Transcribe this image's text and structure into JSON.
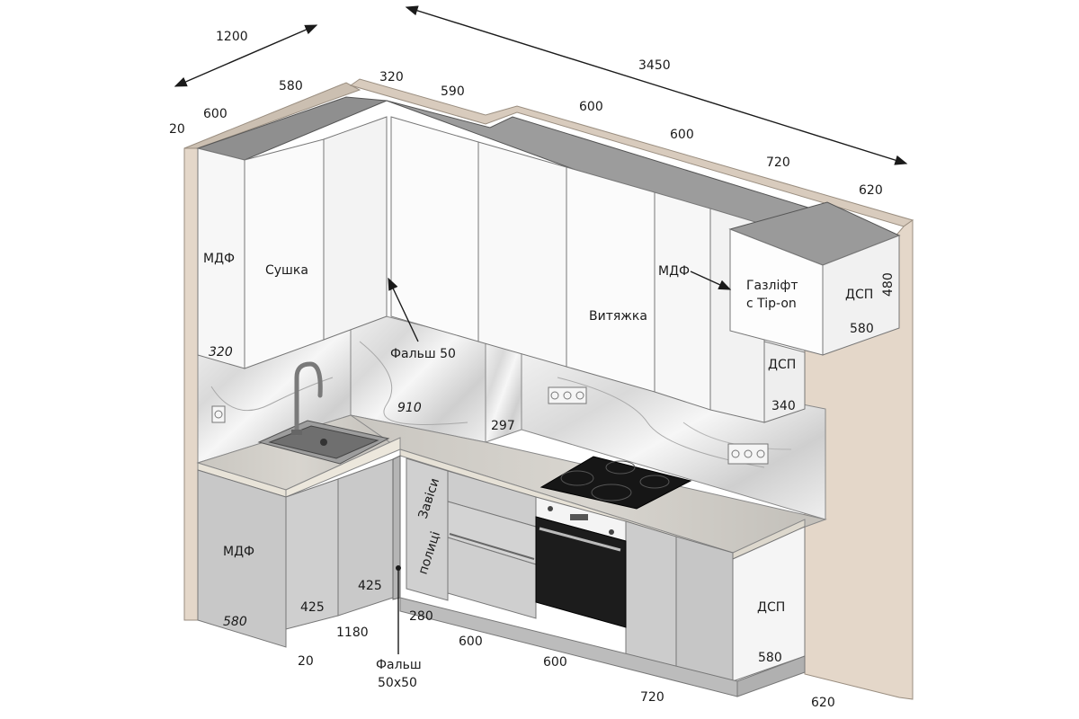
{
  "dimensions": {
    "d1200": "1200",
    "d580_top": "580",
    "d600_top_left": "600",
    "d20_top": "20",
    "d320_top": "320",
    "d590": "590",
    "d3450": "3450",
    "d600_a": "600",
    "d600_b": "600",
    "d720_top": "720",
    "d620_top": "620",
    "d320_side": "320",
    "d910": "910",
    "d297": "297",
    "d480": "480",
    "d580_box": "580",
    "d340": "340",
    "d425_a": "425",
    "d425_b": "425",
    "d580_base": "580",
    "d1180": "1180",
    "d20_bottom": "20",
    "d280": "280",
    "d600_bot_a": "600",
    "d600_bot_b": "600",
    "d720_bot": "720",
    "d580_right": "580",
    "d620_bot": "620"
  },
  "labels": {
    "mdf_upper_left": "МДФ",
    "sushka": "Сушка",
    "falsh50": "Фальш 50",
    "vytyazhka": "Витяжка",
    "mdf_upper_right": "МДФ",
    "gazlift_line1": "Газліфт",
    "gazlift_line2": "с Tip-on",
    "dsp_upper": "ДСП",
    "dsp_side": "ДСП",
    "mdf_lower": "МДФ",
    "zavisy": "Завіси",
    "polytsi": "полиці",
    "falsh_bottom_1": "Фальш",
    "falsh_bottom_2": "50х50",
    "dsp_lower": "ДСП"
  }
}
